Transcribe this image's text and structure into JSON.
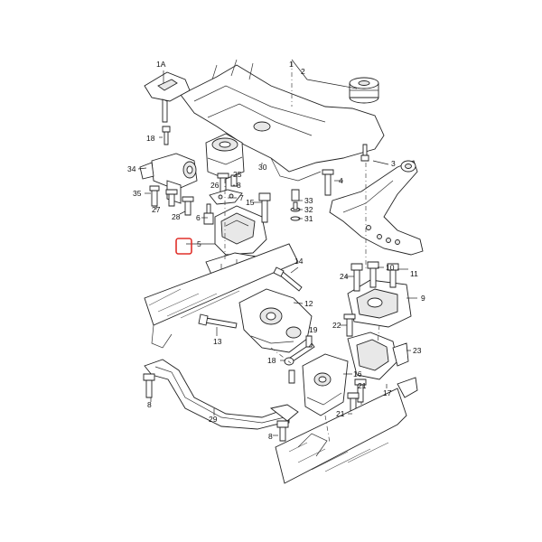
{
  "highlight_color": "#e0302a",
  "callouts": [
    {
      "id": "c-1a",
      "text": "1A"
    },
    {
      "id": "c-1",
      "text": "1"
    },
    {
      "id": "c-2",
      "text": "2"
    },
    {
      "id": "c-3",
      "text": "3"
    },
    {
      "id": "c-4",
      "text": "4"
    },
    {
      "id": "c-5",
      "text": "5"
    },
    {
      "id": "c-6",
      "text": "6"
    },
    {
      "id": "c-7",
      "text": "7"
    },
    {
      "id": "c-8a",
      "text": "8"
    },
    {
      "id": "c-8b",
      "text": "8"
    },
    {
      "id": "c-8c",
      "text": "8"
    },
    {
      "id": "c-9",
      "text": "9"
    },
    {
      "id": "c-10",
      "text": "10"
    },
    {
      "id": "c-11",
      "text": "11"
    },
    {
      "id": "c-12",
      "text": "12"
    },
    {
      "id": "c-13",
      "text": "13"
    },
    {
      "id": "c-14",
      "text": "14"
    },
    {
      "id": "c-15",
      "text": "15"
    },
    {
      "id": "c-16",
      "text": "16"
    },
    {
      "id": "c-17",
      "text": "17"
    },
    {
      "id": "c-18a",
      "text": "18"
    },
    {
      "id": "c-18b",
      "text": "18"
    },
    {
      "id": "c-19",
      "text": "19"
    },
    {
      "id": "c-21a",
      "text": "21"
    },
    {
      "id": "c-21b",
      "text": "21"
    },
    {
      "id": "c-22",
      "text": "22"
    },
    {
      "id": "c-23",
      "text": "23"
    },
    {
      "id": "c-24",
      "text": "24"
    },
    {
      "id": "c-25",
      "text": "25"
    },
    {
      "id": "c-26",
      "text": "26"
    },
    {
      "id": "c-27",
      "text": "27"
    },
    {
      "id": "c-28",
      "text": "28"
    },
    {
      "id": "c-29",
      "text": "29"
    },
    {
      "id": "c-30",
      "text": "30"
    },
    {
      "id": "c-31",
      "text": "31"
    },
    {
      "id": "c-32",
      "text": "32"
    },
    {
      "id": "c-33",
      "text": "33"
    },
    {
      "id": "c-34",
      "text": "34"
    },
    {
      "id": "c-35",
      "text": "35"
    }
  ]
}
